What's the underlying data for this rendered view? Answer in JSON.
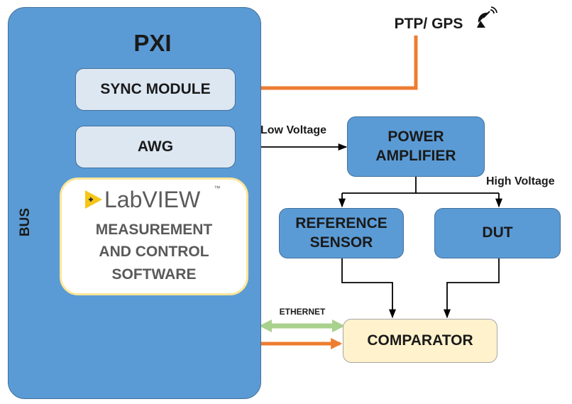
{
  "pxi": {
    "title": "PXI",
    "bus_label": "BUS",
    "sync_module": "SYNC MODULE",
    "awg": "AWG",
    "labview": {
      "logo_text": "LabVIEW",
      "trademark": "™",
      "caption": "MEASUREMENT\nAND CONTROL\nSOFTWARE"
    }
  },
  "time_source": {
    "label": "PTP/ GPS",
    "icon": "satellite-dish-icon"
  },
  "power_amplifier": "POWER\nAMPLIFIER",
  "reference_sensor": "REFERENCE\nSENSOR",
  "dut": "DUT",
  "comparator": "COMPARATOR",
  "connections": {
    "low_voltage": "Low Voltage",
    "high_voltage": "High Voltage",
    "ethernet": "ETHERNET"
  },
  "colors": {
    "node_blue": "#5b9bd5",
    "node_border": "#41719c",
    "light_node": "#dce7f2",
    "orange_link": "#ed7d31",
    "ethernet_green": "#a9d18e",
    "labview_border": "#ffe699",
    "labview_arrow": "#f5c518",
    "comparator_fill": "#fff2cc"
  }
}
